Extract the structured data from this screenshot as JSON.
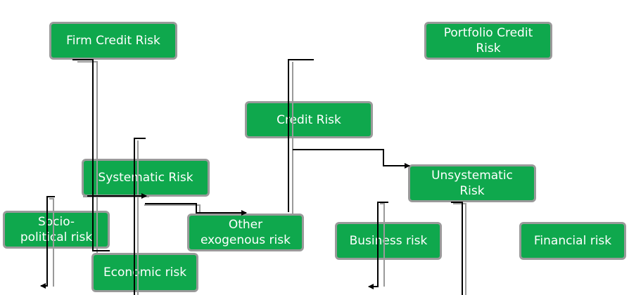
{
  "diagram": {
    "nodes": {
      "firm_credit_risk": "Firm Credit Risk",
      "portfolio_credit_risk": "Portfolio Credit\nRisk",
      "credit_risk": "Credit Risk",
      "systematic_risk": "Systematic Risk",
      "unsystematic_risk": "Unsystematic\nRisk",
      "socio_political_risk": "Socio-\npolitical risk",
      "other_exogenous_risk": "Other\nexogenous  risk",
      "business_risk": "Business risk",
      "financial_risk": "Financial risk",
      "economic_risk": "Economic risk"
    },
    "colors": {
      "node_fill": "#0fa84d",
      "node_border": "#9a9a9a",
      "connector": "#000000",
      "connector_shadow": "#9a9a9a"
    }
  }
}
